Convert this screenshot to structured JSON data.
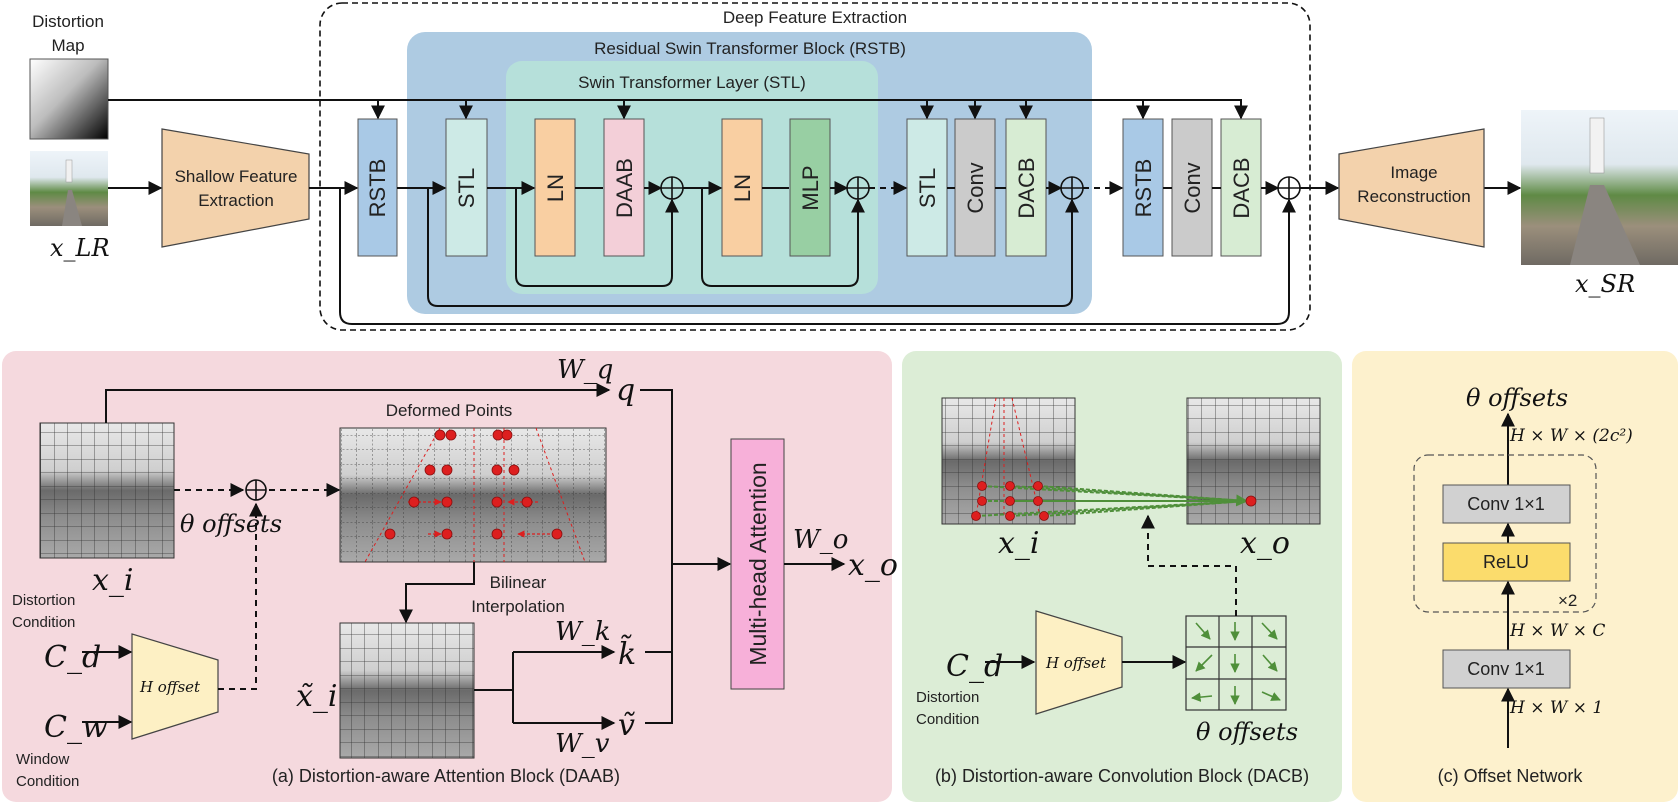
{
  "colors": {
    "rstb_region": "#aecbe2",
    "stl_region": "#b6e0da",
    "rstb_block": "#a9c9e6",
    "stl_block": "#cdeae6",
    "ln_block": "#f9cfa2",
    "daab_block": "#f3cfd8",
    "mlp_block": "#98cfa3",
    "conv_block": "#cbcbcb",
    "dacb_block": "#d7ecd3",
    "feature_block": "#f3d2ac",
    "panel_a": "#f5d9de",
    "panel_b": "#dcedd6",
    "panel_c": "#fdf1cd",
    "mha_block": "#f7b0d9",
    "hoffset_block": "#fdf0c4",
    "relu_block": "#fbdc6c",
    "conv11_block": "#d1d1d1",
    "point": "#dd1f1f",
    "arrow_green": "#4f8f3a"
  },
  "top": {
    "distortion_map_label": [
      "Distortion",
      "Map"
    ],
    "deep_feature_label": "Deep Feature Extraction",
    "rstb_region_label": "Residual Swin Transformer Block (RSTB)",
    "stl_region_label": "Swin Transformer Layer (STL)",
    "shallow_label": [
      "Shallow Feature",
      "Extraction"
    ],
    "recon_label": [
      "Image",
      "Reconstruction"
    ],
    "input_label": "x_LR",
    "output_label": "x_SR",
    "blocks": {
      "rstb1": "RSTB",
      "stl1": "STL",
      "ln1": "LN",
      "daab": "DAAB",
      "ln2": "LN",
      "mlp": "MLP",
      "stl2": "STL",
      "conv1": "Conv",
      "dacb1": "DACB",
      "rstb2": "RSTB",
      "conv2": "Conv",
      "dacb2": "DACB"
    }
  },
  "panel_a": {
    "caption": "(a) Distortion-aware Attention Block (DAAB)",
    "deformed_points_label": "Deformed Points",
    "bilinear_label": [
      "Bilinear",
      "Interpolation"
    ],
    "distortion_condition_label": [
      "Distortion",
      "Condition"
    ],
    "window_condition_label": [
      "Window",
      "Condition"
    ],
    "mha_label": "Multi-head Attention",
    "theta_offsets": "θ offsets",
    "hoffset": "H offset",
    "math": {
      "xi": "x_i",
      "xi_tilde": "x̃_i",
      "cd": "C_d",
      "cw": "C_w",
      "wq": "W_q",
      "q": "q",
      "wk": "W_k",
      "k_tilde": "k̃",
      "wv": "W_v",
      "v_tilde": "ṽ",
      "wo": "W_o",
      "xo": "x_o"
    }
  },
  "panel_b": {
    "caption": "(b) Distortion-aware Convolution Block (DACB)",
    "distortion_condition_label": [
      "Distortion",
      "Condition"
    ],
    "theta_offsets": "θ offsets",
    "hoffset": "H offset",
    "math": {
      "xi": "x_i",
      "xo": "x_o",
      "cd": "C_d"
    }
  },
  "panel_c": {
    "caption": "(c) Offset Network",
    "conv_top_label": "Conv 1×1",
    "relu_label": "ReLU",
    "conv_bottom_label": "Conv 1×1",
    "repeat_label": "×2",
    "theta_offsets": "θ offsets",
    "dims": {
      "top": "H × W × (2c²)",
      "middle": "H × W × C",
      "bottom": "H × W × 1"
    }
  }
}
